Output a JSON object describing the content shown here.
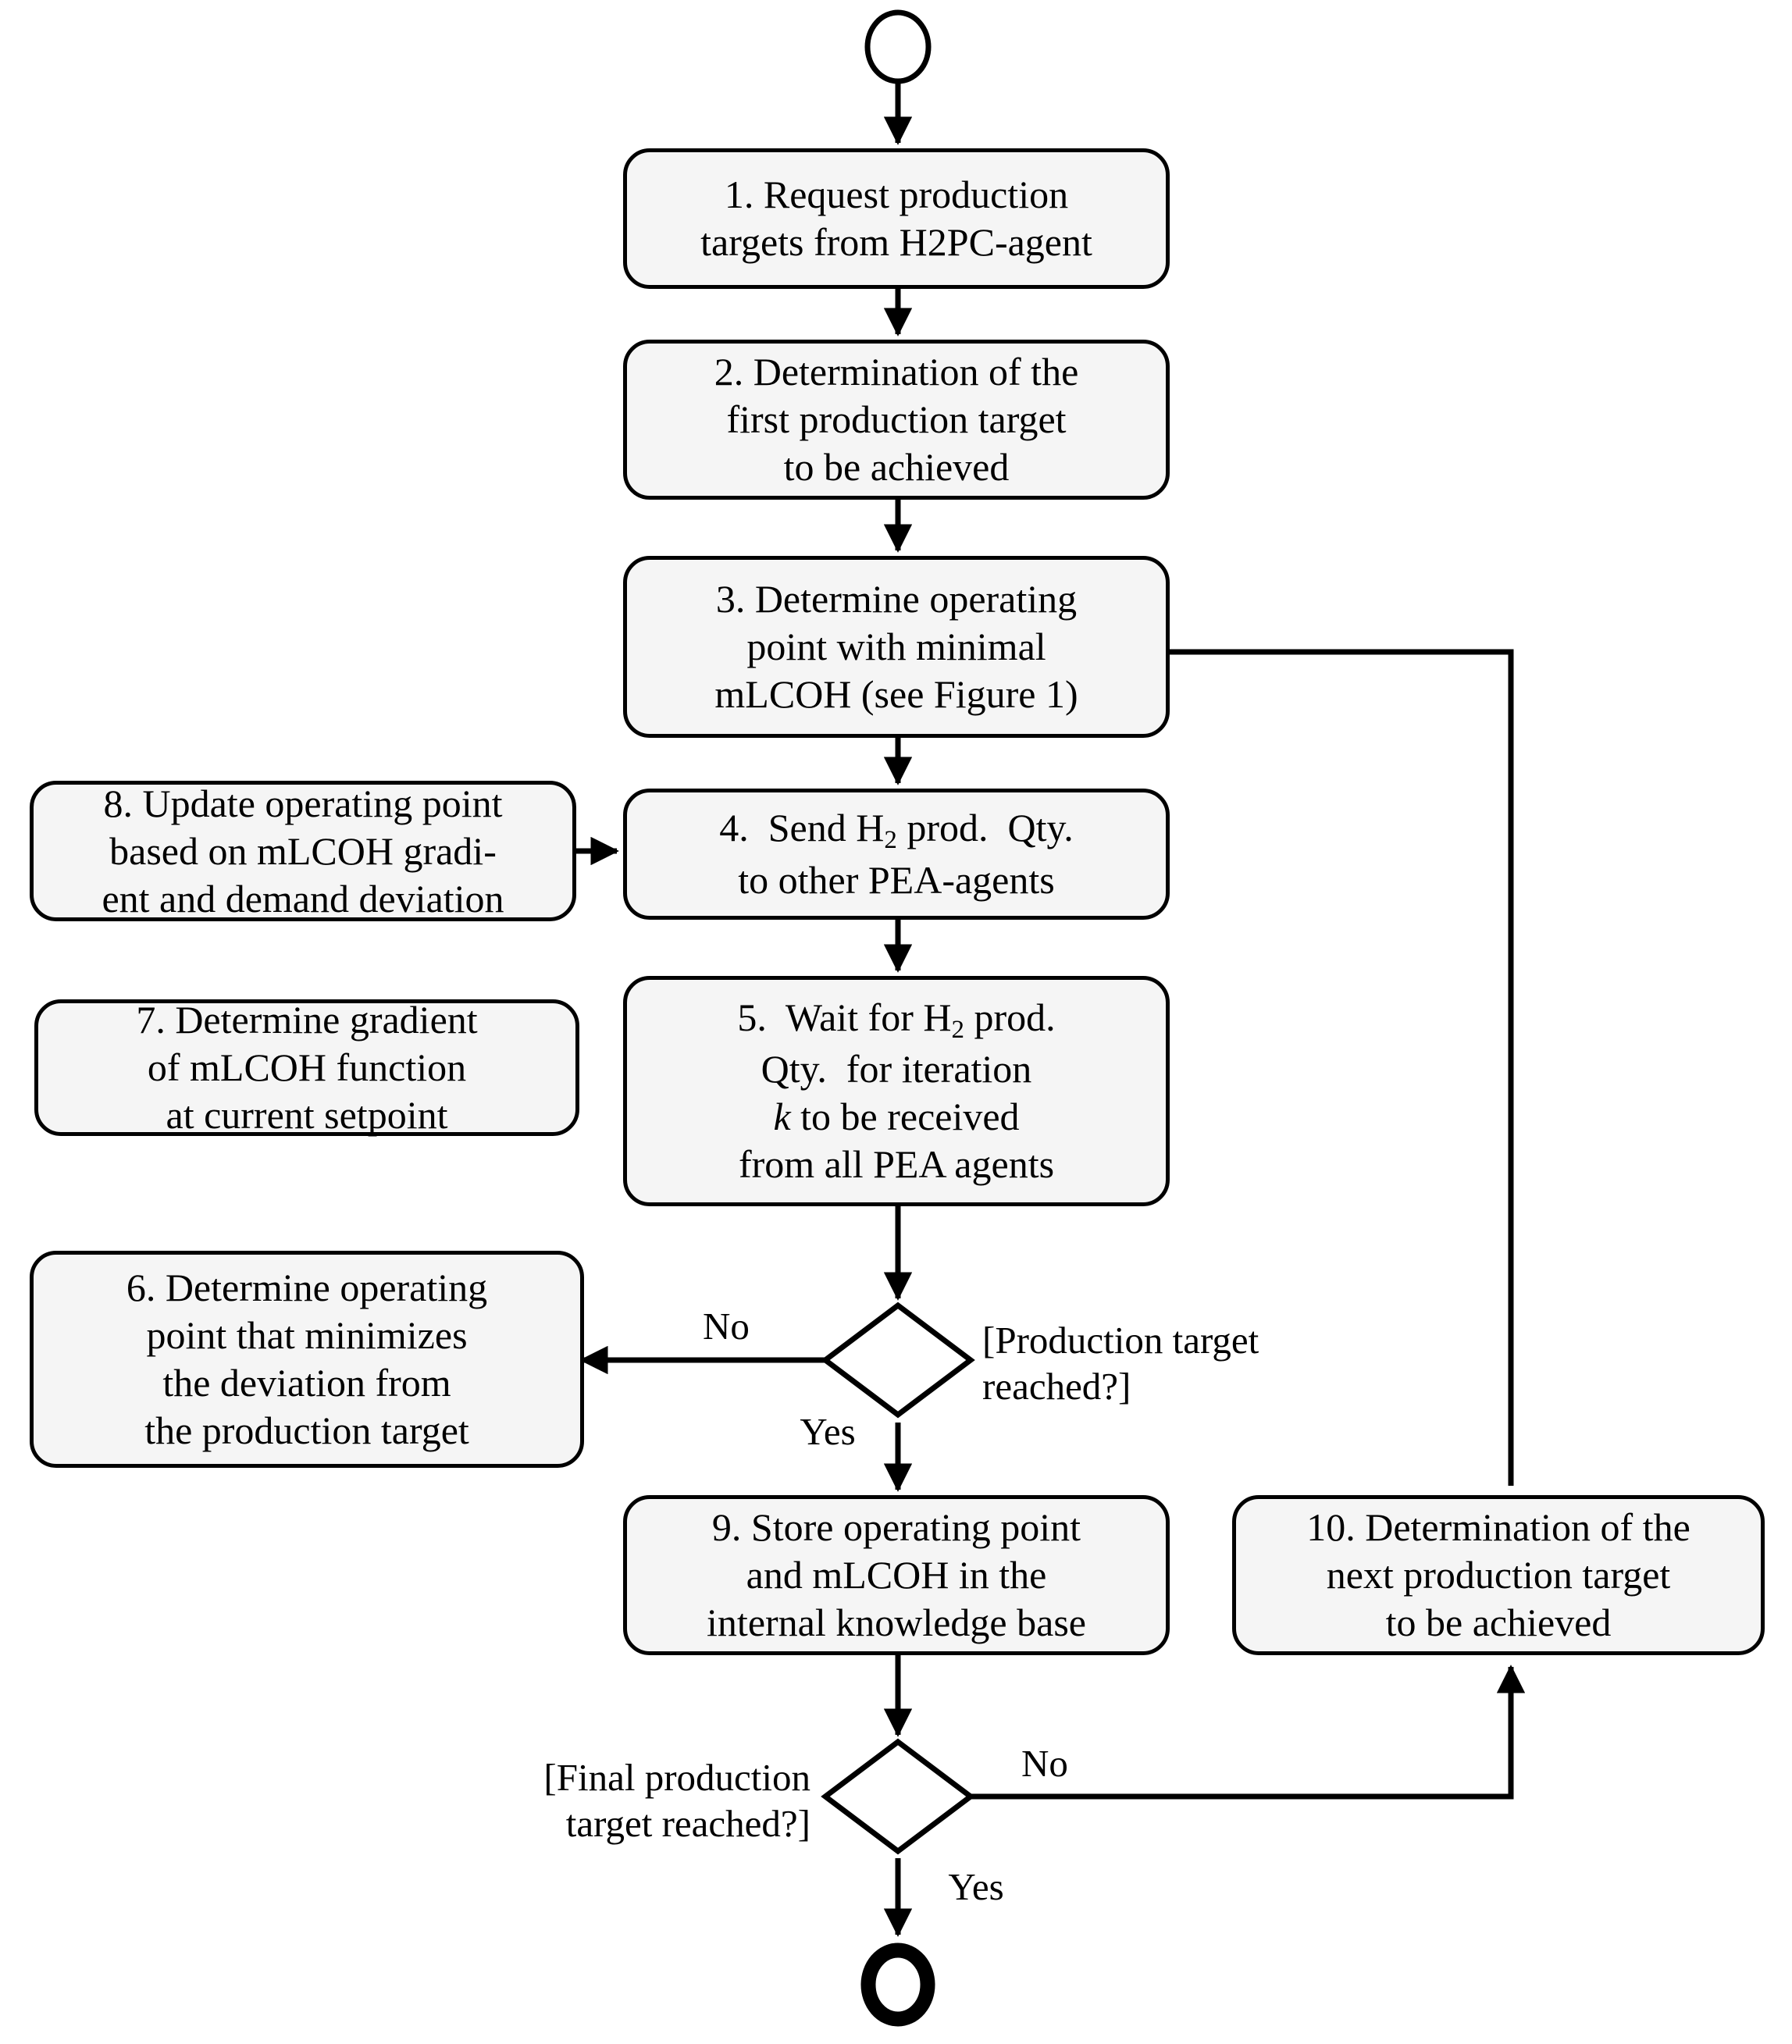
{
  "diagram": {
    "title": "Agent production-target optimisation activity diagram",
    "type": "uml-activity-diagram",
    "colors": {
      "node_fill": "#f5f5f5",
      "stroke": "#000000",
      "background": "#ffffff",
      "text": "#000000"
    },
    "start_node": {
      "name": "start",
      "shape": "circle"
    },
    "end_node": {
      "name": "end",
      "shape": "filled-ring-circle"
    },
    "nodes": [
      {
        "id": "n1",
        "label": "1.  Request production\ntargets from H2PC-agent"
      },
      {
        "id": "n2",
        "label": "2.  Determination of the\nfirst production target\nto be achieved"
      },
      {
        "id": "n3",
        "label": "3.  Determine operating\npoint with minimal\nmLCOH (see Figure 1)"
      },
      {
        "id": "n4",
        "label": "4.  Send H2 prod.  Qty.\nto other PEA-agents",
        "rich": [
          {
            "t": "4.  Send H"
          },
          {
            "t": "2",
            "style": "sub"
          },
          {
            "t": " prod.  Qty."
          },
          {
            "t": "\n"
          },
          {
            "t": "to other PEA-agents"
          }
        ]
      },
      {
        "id": "n5",
        "label": "5.  Wait for H2 prod.\nQty.  for iteration\nk to be received\nfrom all PEA agents",
        "rich": [
          {
            "t": "5.  Wait for H"
          },
          {
            "t": "2",
            "style": "sub"
          },
          {
            "t": " prod."
          },
          {
            "t": "\n"
          },
          {
            "t": "Qty.  for iteration"
          },
          {
            "t": "\n"
          },
          {
            "t": "k",
            "style": "ital"
          },
          {
            "t": " to be received"
          },
          {
            "t": "\n"
          },
          {
            "t": "from all PEA agents"
          }
        ]
      },
      {
        "id": "n6",
        "label": "6.  Determine operating\npoint that minimizes\nthe deviation from\nthe production target"
      },
      {
        "id": "n7",
        "label": "7.  Determine gradient\nof mLCOH function\nat current setpoint"
      },
      {
        "id": "n8",
        "label": "8.  Update operating point\nbased on mLCOH gradi-\nent and demand deviation"
      },
      {
        "id": "n9",
        "label": "9.  Store operating point\nand mLCOH in the\ninternal knowledge base"
      },
      {
        "id": "n10",
        "label": "10.  Determination of the\nnext production target\nto be achieved"
      }
    ],
    "decisions": [
      {
        "id": "d1",
        "guard": "[Production target\nreached?]",
        "yes_label": "Yes",
        "no_label": "No"
      },
      {
        "id": "d2",
        "guard": "[Final production\ntarget reached?]",
        "yes_label": "Yes",
        "no_label": "No"
      }
    ],
    "edges": [
      {
        "from": "start",
        "to": "n1"
      },
      {
        "from": "n1",
        "to": "n2"
      },
      {
        "from": "n2",
        "to": "n3"
      },
      {
        "from": "n3",
        "to": "n4"
      },
      {
        "from": "n4",
        "to": "n5"
      },
      {
        "from": "n5",
        "to": "d1"
      },
      {
        "from": "d1",
        "to": "n6",
        "label": "No"
      },
      {
        "from": "n6",
        "to": "n7"
      },
      {
        "from": "n7",
        "to": "n8"
      },
      {
        "from": "n8",
        "to": "n4"
      },
      {
        "from": "d1",
        "to": "n9",
        "label": "Yes"
      },
      {
        "from": "n9",
        "to": "d2"
      },
      {
        "from": "d2",
        "to": "n10",
        "label": "No"
      },
      {
        "from": "n10",
        "to": "n3"
      },
      {
        "from": "d2",
        "to": "end",
        "label": "Yes"
      }
    ]
  }
}
